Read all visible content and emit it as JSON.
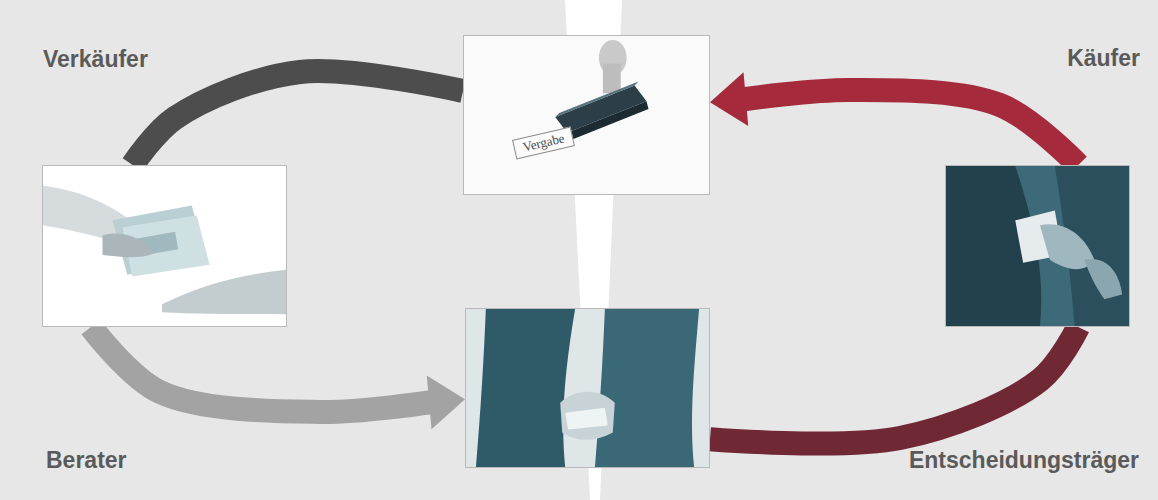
{
  "diagram": {
    "nodes": [
      {
        "text": [
          "Vergabe"
        ]
      },
      {
        "text": [
          "Verkäufer"
        ]
      },
      {
        "text": [
          "Entscheidungsträger"
        ]
      },
      {
        "text": [
          "Berater"
        ]
      }
    ],
    "edges": [
      {
        "from": 0,
        "to": 1,
        "arrow": "none"
      },
      {
        "from": 1,
        "to": 3,
        "arrow": "to"
      },
      {
        "from": 3,
        "to": 2,
        "arrow": "none"
      },
      {
        "from": 2,
        "to": 0,
        "arrow": "to"
      }
    ],
    "labels": [
      "Käufer"
    ]
  }
}
